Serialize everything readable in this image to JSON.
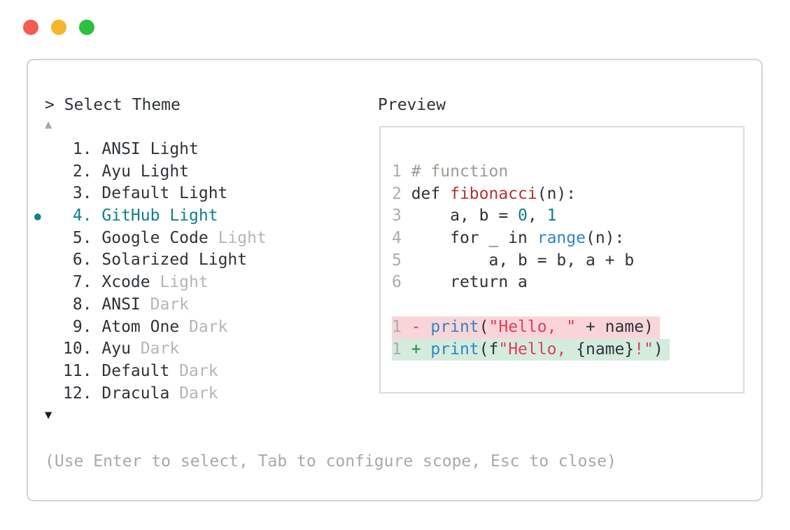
{
  "window_controls": {
    "buttons": [
      {
        "name": "close",
        "color": "#f35c50"
      },
      {
        "name": "minimize",
        "color": "#f5b52e"
      },
      {
        "name": "zoom",
        "color": "#2cc03c"
      }
    ]
  },
  "prompt": {
    "text": "> Select Theme"
  },
  "scroll": {
    "up_glyph": "▲",
    "down_glyph": "▼"
  },
  "theme_list": {
    "selected_bullet_glyph": "●",
    "items": [
      {
        "num": "1",
        "base": "ANSI",
        "variant": "Light",
        "variant_muted": false,
        "selected": false
      },
      {
        "num": "2",
        "base": "Ayu",
        "variant": "Light",
        "variant_muted": false,
        "selected": false
      },
      {
        "num": "3",
        "base": "Default",
        "variant": "Light",
        "variant_muted": false,
        "selected": false
      },
      {
        "num": "4",
        "base": "GitHub",
        "variant": "Light",
        "variant_muted": false,
        "selected": true
      },
      {
        "num": "5",
        "base": "Google Code",
        "variant": "Light",
        "variant_muted": true,
        "selected": false
      },
      {
        "num": "6",
        "base": "Solarized",
        "variant": "Light",
        "variant_muted": false,
        "selected": false
      },
      {
        "num": "7",
        "base": "Xcode",
        "variant": "Light",
        "variant_muted": true,
        "selected": false
      },
      {
        "num": "8",
        "base": "ANSI",
        "variant": "Dark",
        "variant_muted": true,
        "selected": false
      },
      {
        "num": "9",
        "base": "Atom One",
        "variant": "Dark",
        "variant_muted": true,
        "selected": false
      },
      {
        "num": "10",
        "base": "Ayu",
        "variant": "Dark",
        "variant_muted": true,
        "selected": false
      },
      {
        "num": "11",
        "base": "Default",
        "variant": "Dark",
        "variant_muted": true,
        "selected": false
      },
      {
        "num": "12",
        "base": "Dracula",
        "variant": "Dark",
        "variant_muted": true,
        "selected": false
      }
    ]
  },
  "preview": {
    "label": "Preview",
    "code_lines": [
      {
        "num": "1",
        "tokens": [
          {
            "t": "# function",
            "c": "comment"
          }
        ]
      },
      {
        "num": "2",
        "tokens": [
          {
            "t": "def ",
            "c": "plain"
          },
          {
            "t": "fibonacci",
            "c": "fname"
          },
          {
            "t": "(n):",
            "c": "plain"
          }
        ]
      },
      {
        "num": "3",
        "tokens": [
          {
            "t": "    a, b = ",
            "c": "plain"
          },
          {
            "t": "0",
            "c": "number"
          },
          {
            "t": ", ",
            "c": "plain"
          },
          {
            "t": "1",
            "c": "number"
          }
        ]
      },
      {
        "num": "4",
        "tokens": [
          {
            "t": "    for _ in ",
            "c": "plain"
          },
          {
            "t": "range",
            "c": "call"
          },
          {
            "t": "(n):",
            "c": "plain"
          }
        ]
      },
      {
        "num": "5",
        "tokens": [
          {
            "t": "        a, b = b, a + b",
            "c": "plain"
          }
        ]
      },
      {
        "num": "6",
        "tokens": [
          {
            "t": "    return a",
            "c": "plain"
          }
        ]
      },
      {
        "spacer": true
      },
      {
        "num": "1",
        "diff": "removed",
        "tokens": [
          {
            "t": "- ",
            "c": "minus"
          },
          {
            "t": "print",
            "c": "call"
          },
          {
            "t": "(",
            "c": "plain"
          },
          {
            "t": "\"Hello, \"",
            "c": "string"
          },
          {
            "t": " + name)",
            "c": "plain"
          }
        ]
      },
      {
        "num": "1",
        "diff": "added",
        "tokens": [
          {
            "t": "+ ",
            "c": "plus"
          },
          {
            "t": "print",
            "c": "call"
          },
          {
            "t": "(f",
            "c": "plain"
          },
          {
            "t": "\"Hello, ",
            "c": "string"
          },
          {
            "t": "{name}",
            "c": "plain"
          },
          {
            "t": "!\"",
            "c": "string"
          },
          {
            "t": ")",
            "c": "plain"
          }
        ]
      }
    ]
  },
  "help": {
    "text": "(Use Enter to select, Tab to configure scope, Esc to close)"
  },
  "colors": {
    "selection_teal": "#0f7f8b",
    "text_dark": "#2d3338",
    "text_muted": "#b5b5b5",
    "line_number": "#a9acae",
    "comment": "#9a9e94",
    "function_name": "#b13532",
    "number_literal": "#0f7f8b",
    "call": "#2e86c1",
    "string": "#e23e57",
    "diff_minus": "#dd4054",
    "diff_plus": "#1f8a3b",
    "diff_removed_bg": "#f9d5d9",
    "diff_added_bg": "#d4ecdd",
    "border": "#d5d5d5"
  }
}
